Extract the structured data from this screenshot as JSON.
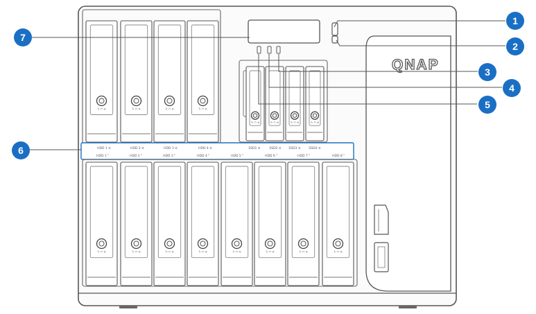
{
  "brand": {
    "logo_text": "QNAP",
    "color": "#444444"
  },
  "callout_color": "#1a6fc4",
  "callouts": [
    {
      "num": "1"
    },
    {
      "num": "2"
    },
    {
      "num": "3"
    },
    {
      "num": "4"
    },
    {
      "num": "5"
    },
    {
      "num": "6"
    },
    {
      "num": "7"
    }
  ],
  "label_strip": {
    "row1": [
      "HDD 1 ≡",
      "HDD 2 ≡",
      "HDD 3 ≡",
      "HDD 4 ≡",
      "SSD1 ≡",
      "SSD2 ≡",
      "SSD3 ≡",
      "SSD4 ≡"
    ],
    "row2": [
      "HDD 1 ᵀ",
      "HDD 2 ᵀ",
      "HDD 3 ᵀ",
      "HDD 4 ᵀ",
      "HDD 5 ᵀ",
      "HDD 6 ᵀ",
      "HDD 7 ᵀ",
      "HDD 8 ᵀ"
    ]
  },
  "bay_tag": "↻ ⊓ ⊗"
}
